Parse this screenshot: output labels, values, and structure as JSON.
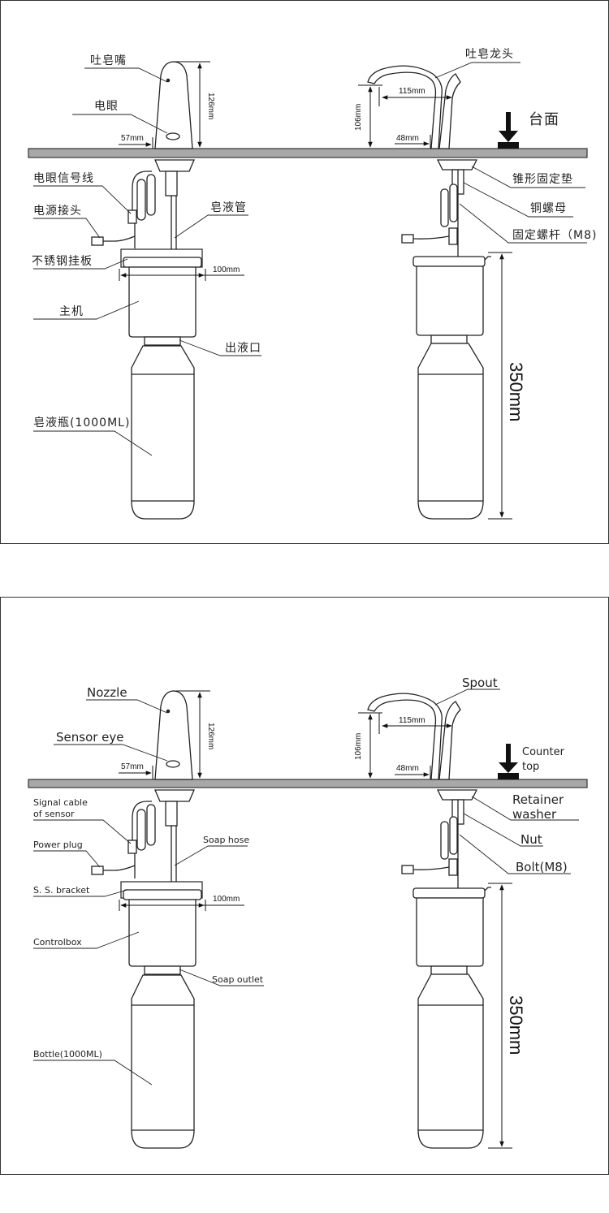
{
  "colors": {
    "counter": "#a8a8a8",
    "line": "#222222",
    "fill": "#ffffff",
    "shade": "#d9d9d9"
  },
  "cn": {
    "nozzle": "吐皂嘴",
    "sensor_eye": "电眼",
    "spout": "吐皂龙头",
    "counter_top": "台面",
    "signal_cable": "电眼信号线",
    "power_plug": "电源接头",
    "soap_hose": "皂液管",
    "bracket": "不锈钢挂板",
    "controlbox": "主机",
    "soap_outlet": "出液口",
    "bottle": "皂液瓶(1000ML)",
    "retainer_washer": "锥形固定垫",
    "nut": "铜螺母",
    "bolt": "固定螺杆（M8)"
  },
  "en": {
    "nozzle": "Nozzle",
    "sensor_eye": "Sensor  eye",
    "spout": "Spout",
    "counter_top_1": "Counter",
    "counter_top_2": "top",
    "signal_cable_1": "Signal  cable",
    "signal_cable_2": "of  sensor",
    "power_plug": "Power  plug",
    "soap_hose": "Soap  hose",
    "bracket": "S. S. bracket",
    "controlbox": "Controlbox",
    "soap_outlet": "Soap  outlet",
    "bottle": "Bottle(1000ML)",
    "retainer_washer_1": "Retainer",
    "retainer_washer_2": "washer",
    "nut": "Nut",
    "bolt": "Bolt(M8)"
  },
  "dims": {
    "nozzle_height": "126mm",
    "nozzle_offset": "57mm",
    "spout_reach": "115mm",
    "spout_height": "106mm",
    "spout_offset": "48mm",
    "controlbox_width": "100mm",
    "total_depth": "350mm"
  }
}
